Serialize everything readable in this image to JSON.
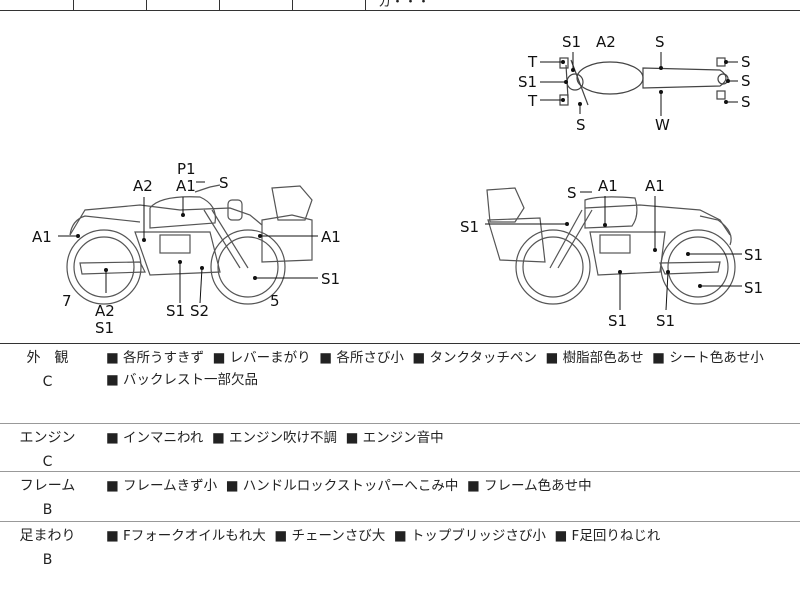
{
  "top_partial_text": "カ・・・",
  "diagram": {
    "topview": {
      "S1": "S1",
      "A2": "A2",
      "S_top": "S",
      "T1": "T",
      "S1_left": "S1",
      "T2": "T",
      "S_bottom_left": "S",
      "W": "W",
      "S_r1": "S",
      "S_r2": "S",
      "S_r3": "S"
    },
    "left_bike": {
      "P1": "P1",
      "A1_top": "A1",
      "S_top": "S",
      "A2": "A2",
      "A1_left": "A1",
      "A1_right": "A1",
      "S1_right": "S1",
      "num7": "7",
      "A2_bottom": "A2",
      "S1_bottom": "S1",
      "S1_mid": "S1",
      "S2_mid": "S2",
      "num5": "5"
    },
    "right_bike": {
      "S_top": "S",
      "A1_a": "A1",
      "A1_b": "A1",
      "S1_left": "S1",
      "S1_r1": "S1",
      "S1_r2": "S1",
      "S1_b1": "S1",
      "S1_b2": "S1"
    }
  },
  "rows": [
    {
      "category": "外　観",
      "grade": "C",
      "lines": [
        [
          "■ 各所うすきず",
          "■ レバーまがり",
          "■ 各所さび小",
          "■ タンクタッチペン",
          "■ 樹脂部色あせ",
          "■ シート色あせ小"
        ],
        [
          "■ バックレスト一部欠品"
        ]
      ]
    },
    {
      "category": "エンジン",
      "grade": "C",
      "lines": [
        [
          "■ インマニわれ",
          "■ エンジン吹け不調",
          "■ エンジン音中"
        ]
      ]
    },
    {
      "category": "フレーム",
      "grade": "B",
      "lines": [
        [
          "■ フレームきず小",
          "■ ハンドルロックストッパーへこみ中",
          "■ フレーム色あせ中"
        ]
      ]
    },
    {
      "category": "足まわり",
      "grade": "B",
      "lines": [
        [
          "■ Fフォークオイルもれ大",
          "■ チェーンさび大",
          "■ トップブリッジさび小",
          "■ F足回りねじれ"
        ]
      ]
    }
  ]
}
